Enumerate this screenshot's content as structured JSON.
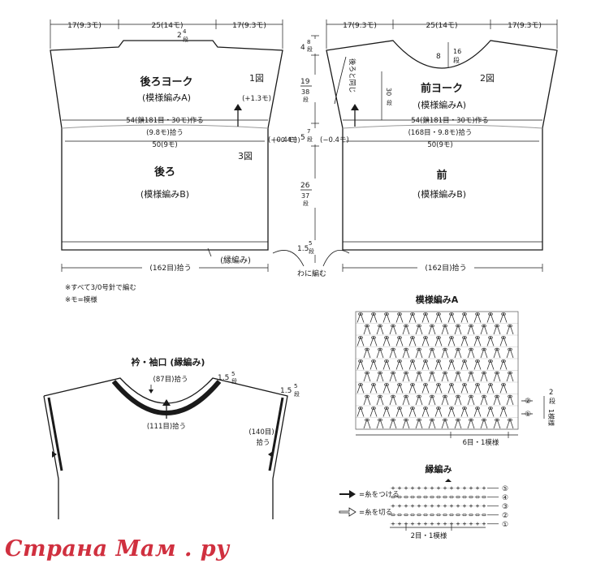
{
  "body_widths": {
    "side": "17(9.3モ)",
    "center": "25(14モ)"
  },
  "back": {
    "yoke_title": "後ろヨーク",
    "yoke_pattern": "(模様編みA)",
    "body_title": "後ろ",
    "body_pattern": "(模様編みB)",
    "fig1": "1図",
    "fig3": "3図",
    "neck_rows": "2",
    "neck_rows_count": "4",
    "neck_rows_unit": "段",
    "increase": "(+1.3モ)",
    "foundation": "54(鎖181目・30モ)作る",
    "pickup_mid": "(9.8モ)拾う",
    "width_lower": "50(9モ)",
    "decrease": "(−0.4モ)",
    "edge_label": "(縁編み)",
    "hem_pickup": "(162目)拾う"
  },
  "front": {
    "yoke_title": "前ヨーク",
    "yoke_pattern": "(模様編みA)",
    "body_title": "前",
    "body_pattern": "(模様編みB)",
    "fig2": "2図",
    "same_as_back": "後ろと同じ",
    "neck_cm": "8",
    "neck_rows": "16",
    "neck_rows_unit": "段",
    "rows30": "30",
    "rows30_unit": "段",
    "foundation": "54(鎖181目・30モ)作る",
    "pickup_mid": "(168目・9.8モ)拾う",
    "width_lower": "50(9モ)",
    "decrease": "(−0.4モ)",
    "hem_pickup": "(162目)拾う"
  },
  "vertical_dims": {
    "d1_cm": "4",
    "d1_rows": "8",
    "d1_unit": "段",
    "d2_cm": "19",
    "d2_rows": "38",
    "d2_unit": "段",
    "d3_cm": "5",
    "d3_rows": "7",
    "d3_unit": "段",
    "d4_cm": "26",
    "d4_rows": "37",
    "d4_unit": "段",
    "d5_cm": "1.5",
    "d5_rows": "5",
    "d5_unit": "段",
    "wa_ni_amu": "わに編む",
    "left_decrease": "(−0.4モ)"
  },
  "notes": [
    "※すべて3/0号針で編む",
    "※モ=模様"
  ],
  "collar": {
    "title": "衿・袖口 (縁編み)",
    "inner_pickup": "(87目)拾う",
    "outer_pickup": "(111目)拾う",
    "collar_cm": "1.5",
    "collar_rows": "5",
    "collar_unit": "段",
    "sleeve_cm": "1.5",
    "sleeve_rows": "5",
    "sleeve_unit": "段",
    "sleeve_count": "(140目)",
    "sleeve_pickup": "拾う"
  },
  "pattern_a": {
    "title": "模様編みA",
    "repeat": "6目・1模様",
    "row_repeat_num": "2",
    "row_repeat_unit": "段",
    "row_repeat_word": "1模様",
    "row_marks": [
      "②",
      "①"
    ]
  },
  "edging": {
    "title": "縁編み",
    "repeat": "2目・1模様",
    "rows": [
      "⑤",
      "④",
      "③",
      "②",
      "①"
    ],
    "legend_attach": "=糸をつける",
    "legend_cut": "=糸を切る"
  },
  "watermark": "Страна Мам . ру"
}
